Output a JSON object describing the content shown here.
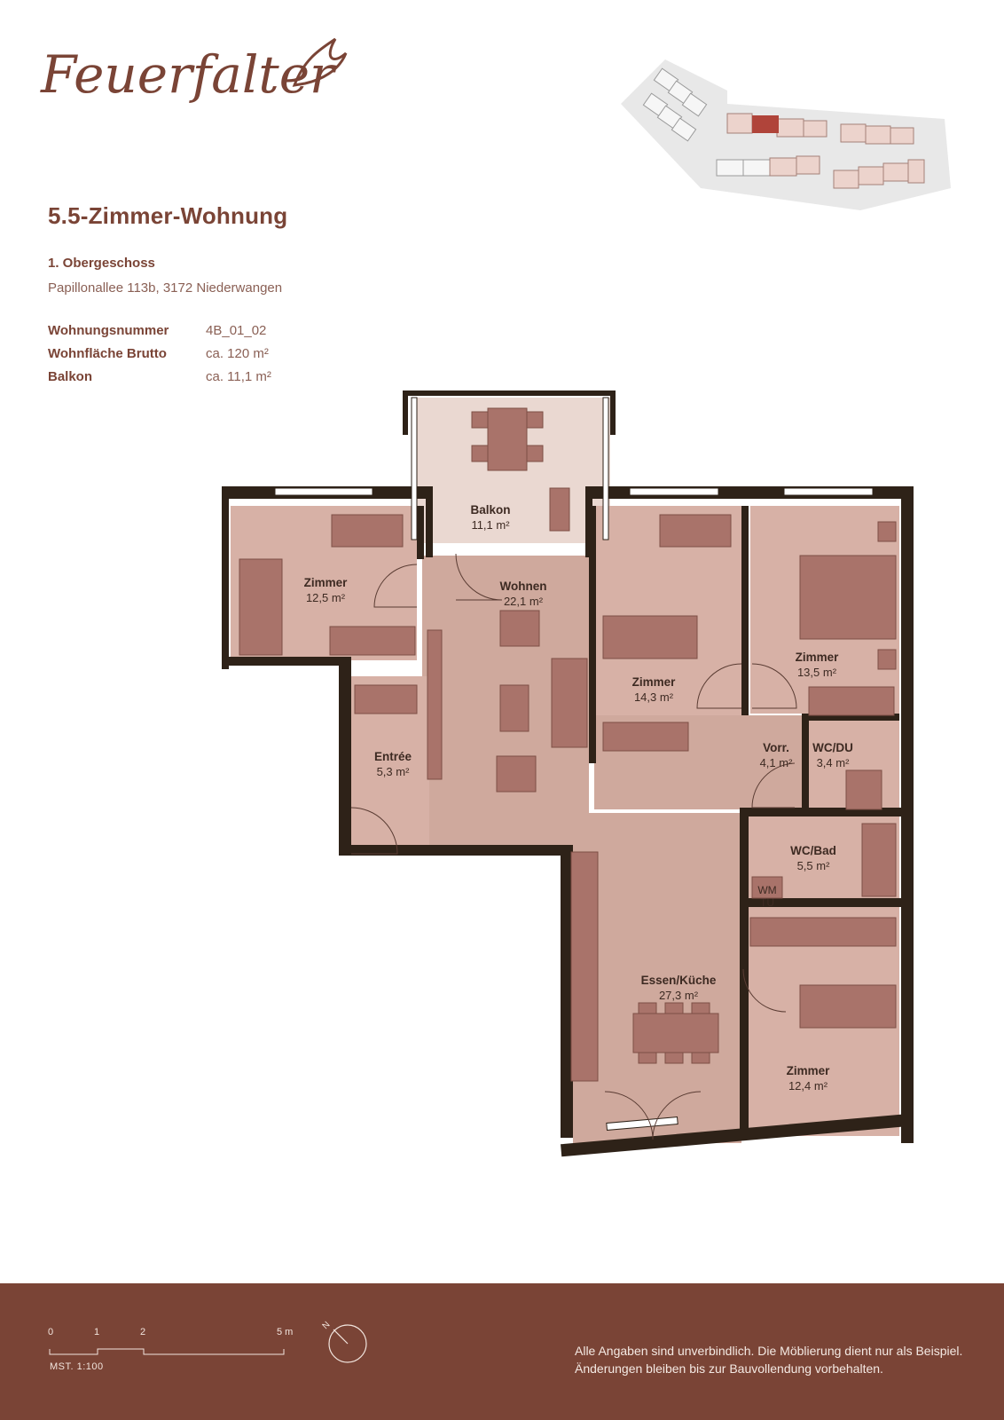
{
  "brand": {
    "logo_text": "Feuerfalter"
  },
  "header": {
    "title": "5.5-Zimmer-Wohnung",
    "floor": "1. Obergeschoss",
    "address": "Papillonallee 113b, 3172 Niederwangen"
  },
  "facts": [
    {
      "label": "Wohnungsnummer",
      "value": "4B_01_02"
    },
    {
      "label": "Wohnfläche Brutto",
      "value": "ca. 120 m²"
    },
    {
      "label": "Balkon",
      "value": "ca. 11,1 m²"
    }
  ],
  "rooms": [
    {
      "name": "Balkon",
      "area": "11,1 m²"
    },
    {
      "name": "Zimmer",
      "area": "12,5 m²"
    },
    {
      "name": "Wohnen",
      "area": "22,1 m²"
    },
    {
      "name": "Zimmer",
      "area": "14,3 m²"
    },
    {
      "name": "Zimmer",
      "area": "13,5 m²"
    },
    {
      "name": "Entrée",
      "area": "5,3 m²"
    },
    {
      "name": "Vorr.",
      "area": "4,1 m²"
    },
    {
      "name": "WC/DU",
      "area": "3,4 m²"
    },
    {
      "name": "WC/Bad",
      "area": "5,5 m²"
    },
    {
      "name": "Essen/Küche",
      "area": "27,3 m²"
    },
    {
      "name": "Zimmer",
      "area": "12,4 m²"
    }
  ],
  "appliance_labels": {
    "washer": "WM",
    "dryer": "TU"
  },
  "scale": {
    "ticks": [
      "0",
      "1",
      "2",
      "5 m"
    ],
    "label": "MST. 1:100"
  },
  "compass": {
    "north_label": "N"
  },
  "footer": {
    "disclaimer_line1": "Alle Angaben sind unverbindlich. Die Möblierung dient nur als Beispiel.",
    "disclaimer_line2": "Änderungen bleiben bis zur Bauvollendung vorbehalten."
  },
  "colors": {
    "brand": "#7a4436",
    "wall": "#2e2218",
    "room_fill": "#d7b1a6",
    "corridor_fill": "#cfa99d",
    "balcony_fill": "#ead8d1",
    "furniture": "#a9736a",
    "highlight_unit": "#b0443a"
  }
}
